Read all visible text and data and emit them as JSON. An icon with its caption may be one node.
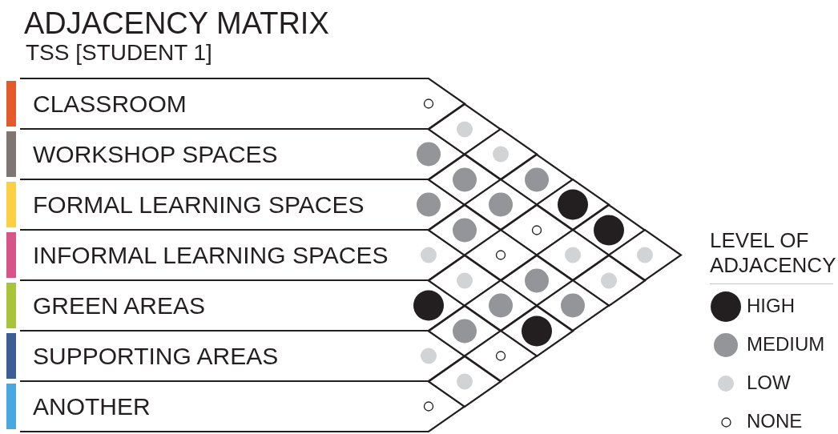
{
  "diagram": {
    "title": "ADJACENCY MATRIX",
    "nodes": [
      {
        "text": [
          "CLASSROOM"
        ]
      },
      {
        "text": [
          "WORKSHOP SPACES"
        ]
      },
      {
        "text": [
          "FORMAL LEARNING SPACES"
        ]
      },
      {
        "text": [
          "INFORMAL LEARNING SPACES"
        ]
      },
      {
        "text": [
          "GREEN AREAS"
        ]
      },
      {
        "text": [
          "SUPPORTING AREAS"
        ]
      },
      {
        "text": [
          "ANOTHER"
        ]
      },
      {
        "text": [],
        "shape": "diamond"
      },
      {
        "text": [],
        "shape": "diamond"
      },
      {
        "text": [],
        "shape": "diamond"
      },
      {
        "text": [],
        "shape": "diamond"
      },
      {
        "text": [],
        "shape": "diamond"
      },
      {
        "text": [],
        "shape": "diamond"
      },
      {
        "text": [],
        "shape": "diamond"
      },
      {
        "text": [],
        "shape": "diamond"
      },
      {
        "text": [],
        "shape": "diamond"
      },
      {
        "text": [],
        "shape": "diamond"
      },
      {
        "text": [],
        "shape": "diamond"
      },
      {
        "text": [],
        "shape": "diamond"
      },
      {
        "text": [],
        "shape": "diamond"
      },
      {
        "text": [],
        "shape": "diamond"
      },
      {
        "text": [],
        "shape": "diamond"
      },
      {
        "text": [],
        "shape": "diamond"
      },
      {
        "text": [],
        "shape": "diamond"
      },
      {
        "text": [],
        "shape": "diamond"
      },
      {
        "text": [],
        "shape": "diamond"
      },
      {
        "text": [],
        "shape": "diamond"
      },
      {
        "text": [],
        "shape": "diamond"
      }
    ],
    "labels": [
      "TSS [STUDENT 1]",
      "LEVEL OF ADJACENCY"
    ],
    "legend": [
      {
        "text": "HIGH",
        "color": "#231f20"
      },
      {
        "text": "MEDIUM",
        "color": "#939598"
      },
      {
        "text": "LOW",
        "color": "#d1d3d4"
      },
      {
        "text": "NONE"
      }
    ]
  }
}
